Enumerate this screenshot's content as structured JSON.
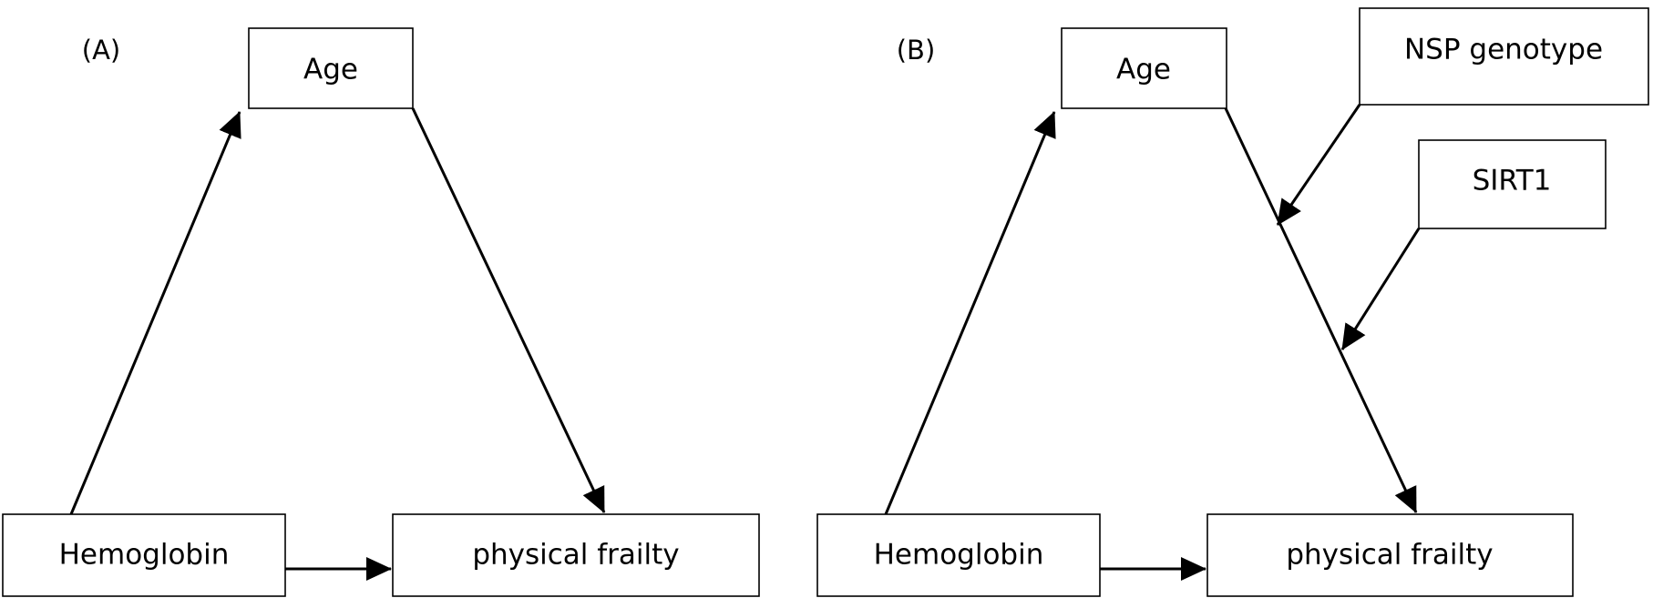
{
  "panels": {
    "a": {
      "label": "(A)",
      "nodes": {
        "age": "Age",
        "hemoglobin": "Hemoglobin",
        "physical_frailty": "physical frailty"
      }
    },
    "b": {
      "label": "(B)",
      "nodes": {
        "age": "Age",
        "hemoglobin": "Hemoglobin",
        "physical_frailty": "physical frailty",
        "nsp_genotype": "NSP genotype",
        "sirt1": "SIRT1"
      }
    }
  },
  "colors": {
    "stroke": "#000000",
    "background": "#ffffff"
  }
}
